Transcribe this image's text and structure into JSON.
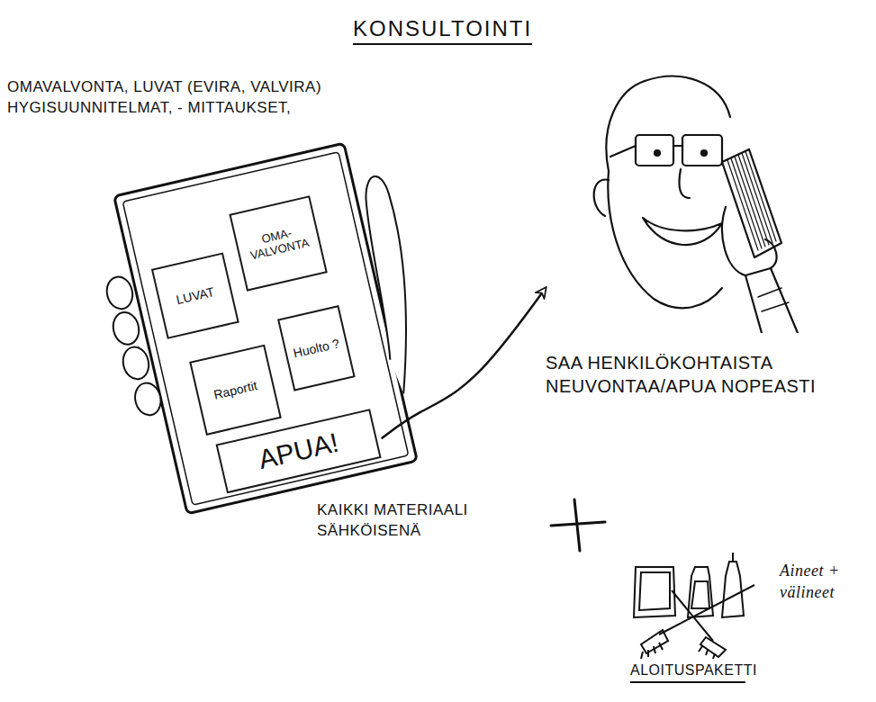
{
  "diagram": {
    "title": "KONSULTOINTI",
    "nodes": [
      {
        "text": [
          "LUVAT"
        ]
      },
      {
        "text": [
          "OMA- VALVONTA"
        ]
      },
      {
        "text": [
          "Raportit"
        ]
      },
      {
        "text": [
          "Huolto ?"
        ]
      },
      {
        "text": [
          "APUA!"
        ]
      },
      {
        "text": [
          "SAA HENKILÖKOHTAISTA NEUVONTAA/APUA NOPEASTI"
        ]
      }
    ],
    "edges": [
      {
        "from": 4,
        "to": 5,
        "arrow": "to"
      }
    ],
    "labels": [
      "OMAVALVONTA, LUVAT (EVIRA, VALVIRA) HYGISUUNNITELMAT, - MITTAUKSET,",
      "KAIKKI MATERIAALI SÄHKÖISENÄ",
      "Aineet + välineet",
      "ALOITUSPAKETTI"
    ]
  }
}
